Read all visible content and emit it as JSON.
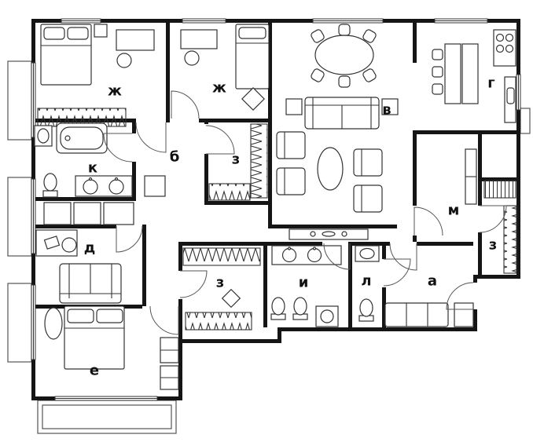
{
  "meta": {
    "title": "Apartment floor plan",
    "type": "floor-plan",
    "wall_color": "#151515",
    "background_color": "#ffffff"
  },
  "rooms": [
    {
      "id": "bedroom-1",
      "label": "ж"
    },
    {
      "id": "bedroom-2",
      "label": "ж"
    },
    {
      "id": "living-room",
      "label": "в"
    },
    {
      "id": "kitchen",
      "label": "г"
    },
    {
      "id": "hall",
      "label": "б"
    },
    {
      "id": "closet-top",
      "label": "з"
    },
    {
      "id": "bathroom-main",
      "label": "к"
    },
    {
      "id": "utility-room",
      "label": "м"
    },
    {
      "id": "closet-right",
      "label": "з"
    },
    {
      "id": "study",
      "label": "д"
    },
    {
      "id": "closet-bottom",
      "label": "з"
    },
    {
      "id": "bathroom-2",
      "label": "и"
    },
    {
      "id": "wc",
      "label": "л"
    },
    {
      "id": "entry-hall",
      "label": "а"
    },
    {
      "id": "bedroom-3",
      "label": "е"
    }
  ]
}
